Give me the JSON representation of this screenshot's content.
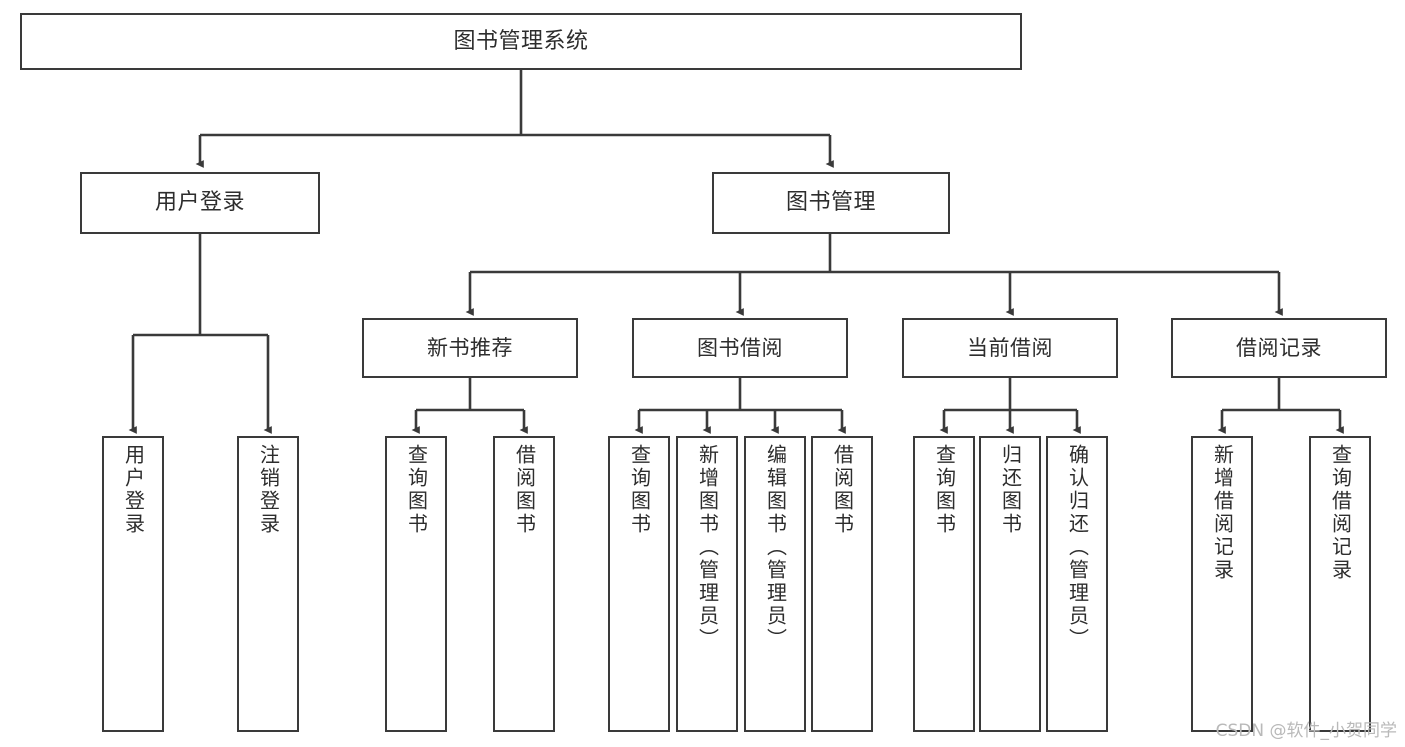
{
  "diagram": {
    "title": "图书管理系统",
    "type": "tree-structure-chart",
    "watermark": "CSDN @软件_小贺同学",
    "colors": {
      "box_border": "#3a3a3a",
      "box_fill": "#ffffff",
      "edge": "#3a3a3a",
      "text": "#2d2d2d",
      "watermark": "#b9b9b9"
    },
    "nodes": {
      "root": {
        "label": "图书管理系统"
      },
      "level1": [
        {
          "label": "用户登录"
        },
        {
          "label": "图书管理"
        }
      ],
      "level2": [
        {
          "label": "新书推荐"
        },
        {
          "label": "图书借阅"
        },
        {
          "label": "当前借阅"
        },
        {
          "label": "借阅记录"
        }
      ],
      "leaves": {
        "user_login": [
          {
            "label": "用户登录"
          },
          {
            "label": "注销登录"
          }
        ],
        "new_book_recommend": [
          {
            "label": "查询图书"
          },
          {
            "label": "借阅图书"
          }
        ],
        "book_borrow": [
          {
            "label": "查询图书"
          },
          {
            "label": "新增图书（管理员）"
          },
          {
            "label": "编辑图书（管理员）"
          },
          {
            "label": "借阅图书"
          }
        ],
        "current_borrow": [
          {
            "label": "查询图书"
          },
          {
            "label": "归还图书"
          },
          {
            "label": "确认归还（管理员）"
          }
        ],
        "borrow_record": [
          {
            "label": "新增借阅记录"
          },
          {
            "label": "查询借阅记录"
          }
        ]
      }
    }
  }
}
